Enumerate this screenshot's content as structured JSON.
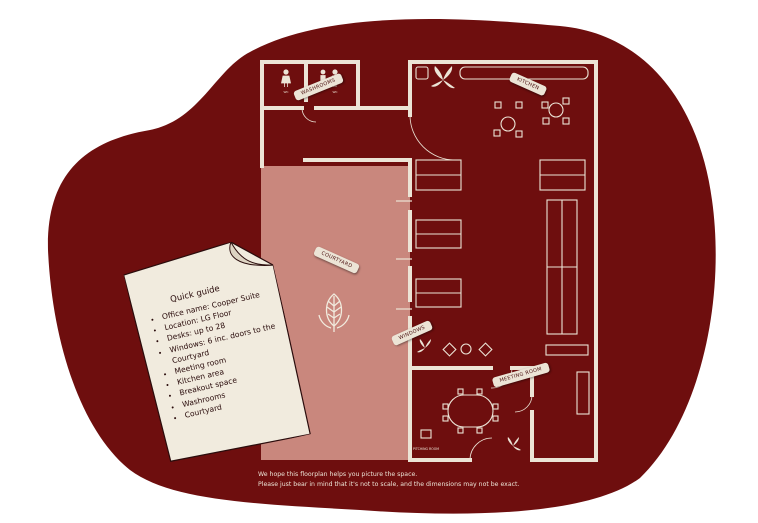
{
  "colors": {
    "blob": "#6e0e0e",
    "wall": "#ece4d6",
    "courtyard": "#c9877d",
    "paper": "#f1ebde",
    "text_dark": "#2a0c0c"
  },
  "labels": {
    "washrooms": "WASHROOMS",
    "kitchen": "KITCHEN",
    "courtyard": "COURTYARD",
    "windows": "WINDOWS",
    "meeting_room": "MEETING ROOM",
    "pitching_room": "PITCHING ROOM"
  },
  "icons": {
    "wc_female": "female-wc-icon",
    "wc_male": "male-wc-icon",
    "plant": "leaf-icon"
  },
  "guide": {
    "title": "Quick guide",
    "items": [
      "Office name: Cooper Suite",
      "Location: LG Floor",
      "Desks: up to 28",
      "Windows: 6 inc. doors to the Courtyard",
      "Meeting room",
      "Kitchen area",
      "Breakout space",
      "Washrooms",
      "Courtyard"
    ]
  },
  "footer": {
    "line1": "We hope this floorplan helps you picture the space.",
    "line2": "Please just bear in mind that it's not to scale, and the dimensions may not be exact."
  }
}
